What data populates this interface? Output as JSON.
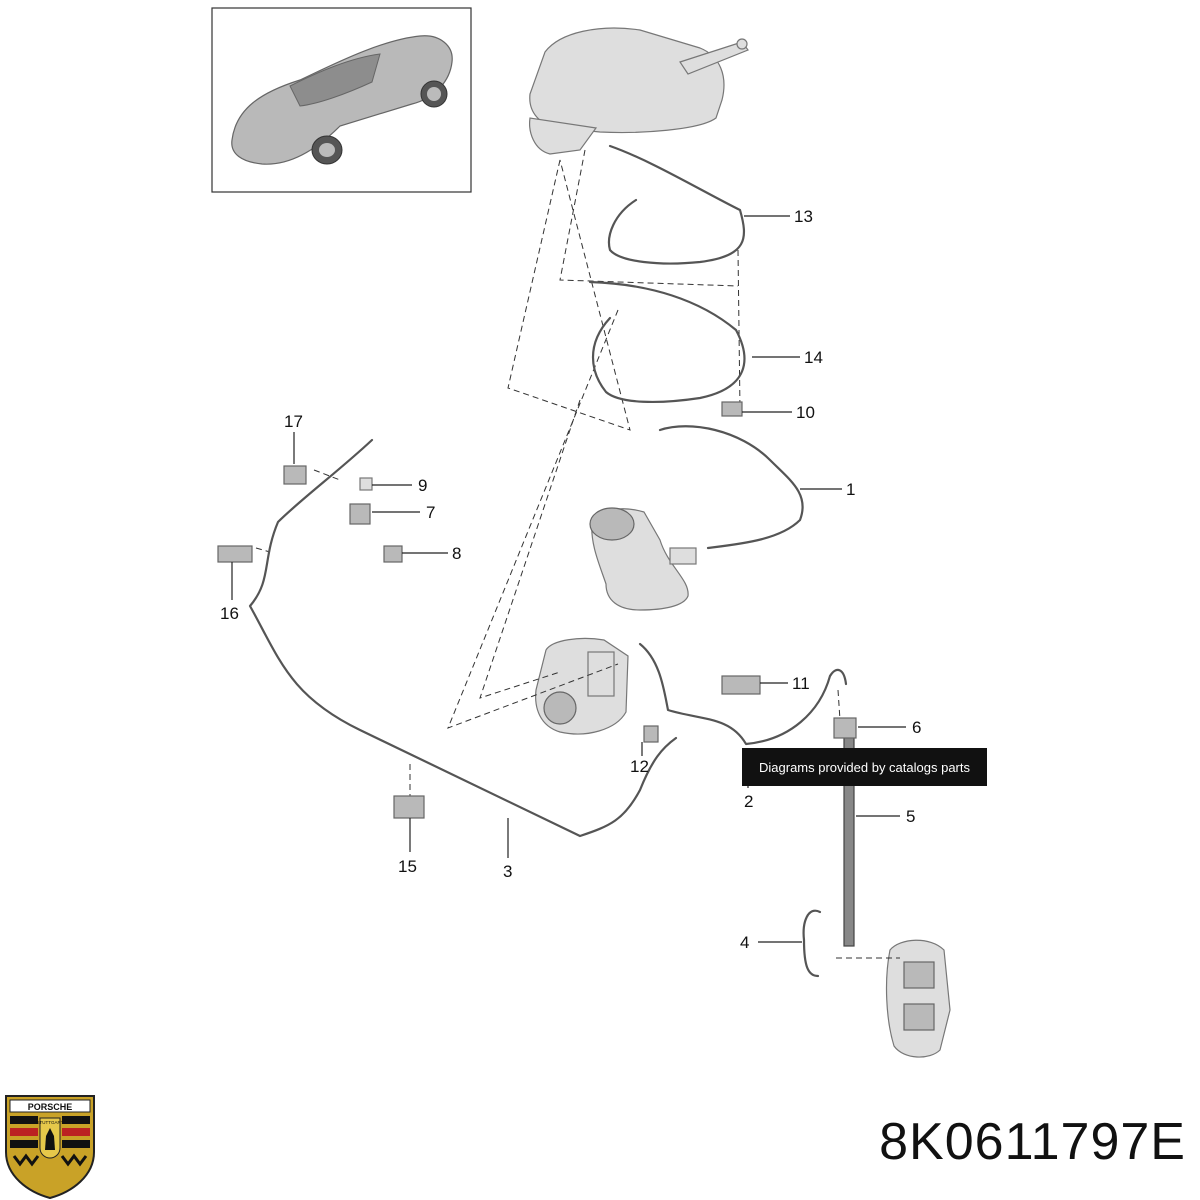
{
  "diagram": {
    "callouts": [
      {
        "id": "13",
        "label": "13"
      },
      {
        "id": "14",
        "label": "14"
      },
      {
        "id": "10",
        "label": "10"
      },
      {
        "id": "1",
        "label": "1"
      },
      {
        "id": "17",
        "label": "17"
      },
      {
        "id": "9",
        "label": "9"
      },
      {
        "id": "7",
        "label": "7"
      },
      {
        "id": "8",
        "label": "8"
      },
      {
        "id": "16",
        "label": "16"
      },
      {
        "id": "11",
        "label": "11"
      },
      {
        "id": "6",
        "label": "6"
      },
      {
        "id": "12",
        "label": "12"
      },
      {
        "id": "2",
        "label": "2"
      },
      {
        "id": "5",
        "label": "5"
      },
      {
        "id": "15",
        "label": "15"
      },
      {
        "id": "3",
        "label": "3"
      },
      {
        "id": "4",
        "label": "4"
      }
    ]
  },
  "credit": "Diagrams provided by catalogs parts",
  "part_number": "8K0611797E",
  "brand": {
    "crest_text": "PORSCHE",
    "crest_subtext": "STUTTGART"
  }
}
